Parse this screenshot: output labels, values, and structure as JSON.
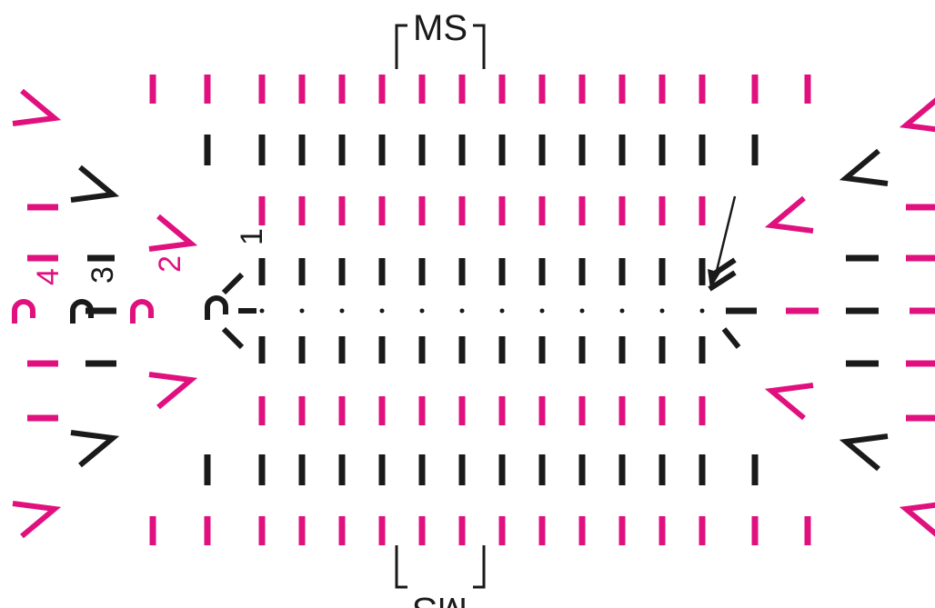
{
  "colors": {
    "magenta": "#e0107f",
    "black": "#1a1a1a"
  },
  "marker_label": "MS",
  "row_labels": [
    "1",
    "2",
    "3",
    "4"
  ],
  "legend": "crochet-chart-symbols"
}
